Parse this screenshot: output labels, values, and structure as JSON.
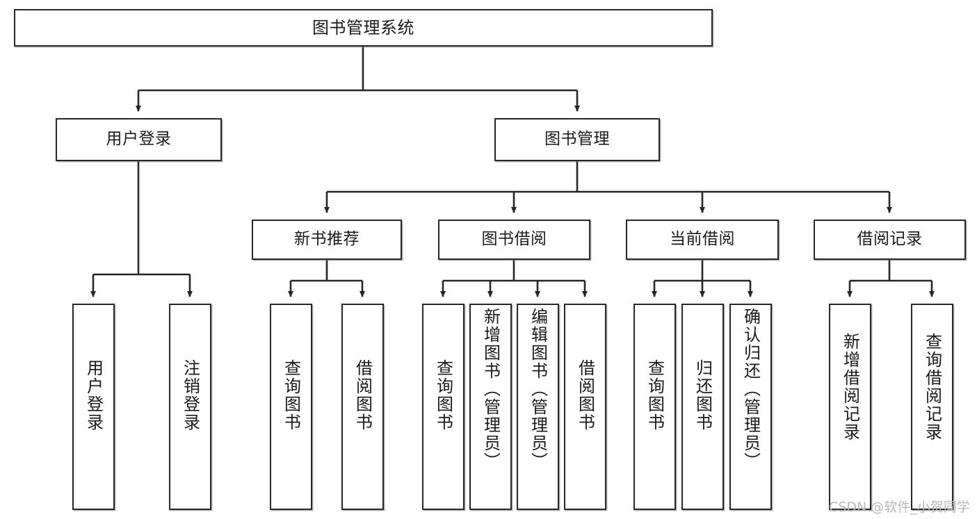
{
  "diagram": {
    "title": "图书管理系统",
    "type": "functional-structure-tree",
    "watermark": "CSDN @软件_小贺同学",
    "colors": {
      "node_border": "#262626",
      "node_fill": "#ffffff",
      "edge": "#262626",
      "text": "#1a1a1a",
      "watermark": "#b9b9b9",
      "background": "#ffffff"
    },
    "levels": {
      "level1": [
        {
          "id": "root",
          "label": "图书管理系统",
          "orientation": "horizontal"
        }
      ],
      "level2": [
        {
          "id": "user-login",
          "label": "用户登录",
          "orientation": "horizontal"
        },
        {
          "id": "book-manage",
          "label": "图书管理",
          "orientation": "horizontal"
        }
      ],
      "level3": [
        {
          "id": "new-book-recommend",
          "label": "新书推荐",
          "orientation": "horizontal"
        },
        {
          "id": "book-borrow",
          "label": "图书借阅",
          "orientation": "horizontal"
        },
        {
          "id": "current-borrow",
          "label": "当前借阅",
          "orientation": "horizontal"
        },
        {
          "id": "borrow-record",
          "label": "借阅记录",
          "orientation": "horizontal"
        }
      ],
      "level4": [
        {
          "id": "leaf-user-login",
          "label": "用户登录",
          "parent": "user-login",
          "orientation": "vertical"
        },
        {
          "id": "leaf-user-logout",
          "label": "注销登录",
          "parent": "user-login",
          "orientation": "vertical"
        },
        {
          "id": "leaf-query-book-1",
          "label": "查询图书",
          "parent": "new-book-recommend",
          "orientation": "vertical"
        },
        {
          "id": "leaf-borrow-book-1",
          "label": "借阅图书",
          "parent": "new-book-recommend",
          "orientation": "vertical"
        },
        {
          "id": "leaf-query-book-2",
          "label": "查询图书",
          "parent": "book-borrow",
          "orientation": "vertical"
        },
        {
          "id": "leaf-add-book",
          "label": "新增图书（管理员）",
          "parent": "book-borrow",
          "orientation": "vertical"
        },
        {
          "id": "leaf-edit-book",
          "label": "编辑图书（管理员）",
          "parent": "book-borrow",
          "orientation": "vertical"
        },
        {
          "id": "leaf-borrow-book-2",
          "label": "借阅图书",
          "parent": "book-borrow",
          "orientation": "vertical"
        },
        {
          "id": "leaf-query-book-3",
          "label": "查询图书",
          "parent": "current-borrow",
          "orientation": "vertical"
        },
        {
          "id": "leaf-return-book",
          "label": "归还图书",
          "parent": "current-borrow",
          "orientation": "vertical"
        },
        {
          "id": "leaf-confirm-return",
          "label": "确认归还（管理员）",
          "parent": "current-borrow",
          "orientation": "vertical"
        },
        {
          "id": "leaf-add-record",
          "label": "新增借阅记录",
          "parent": "borrow-record",
          "orientation": "vertical"
        },
        {
          "id": "leaf-query-record",
          "label": "查询借阅记录",
          "parent": "borrow-record",
          "orientation": "vertical"
        }
      ]
    }
  }
}
